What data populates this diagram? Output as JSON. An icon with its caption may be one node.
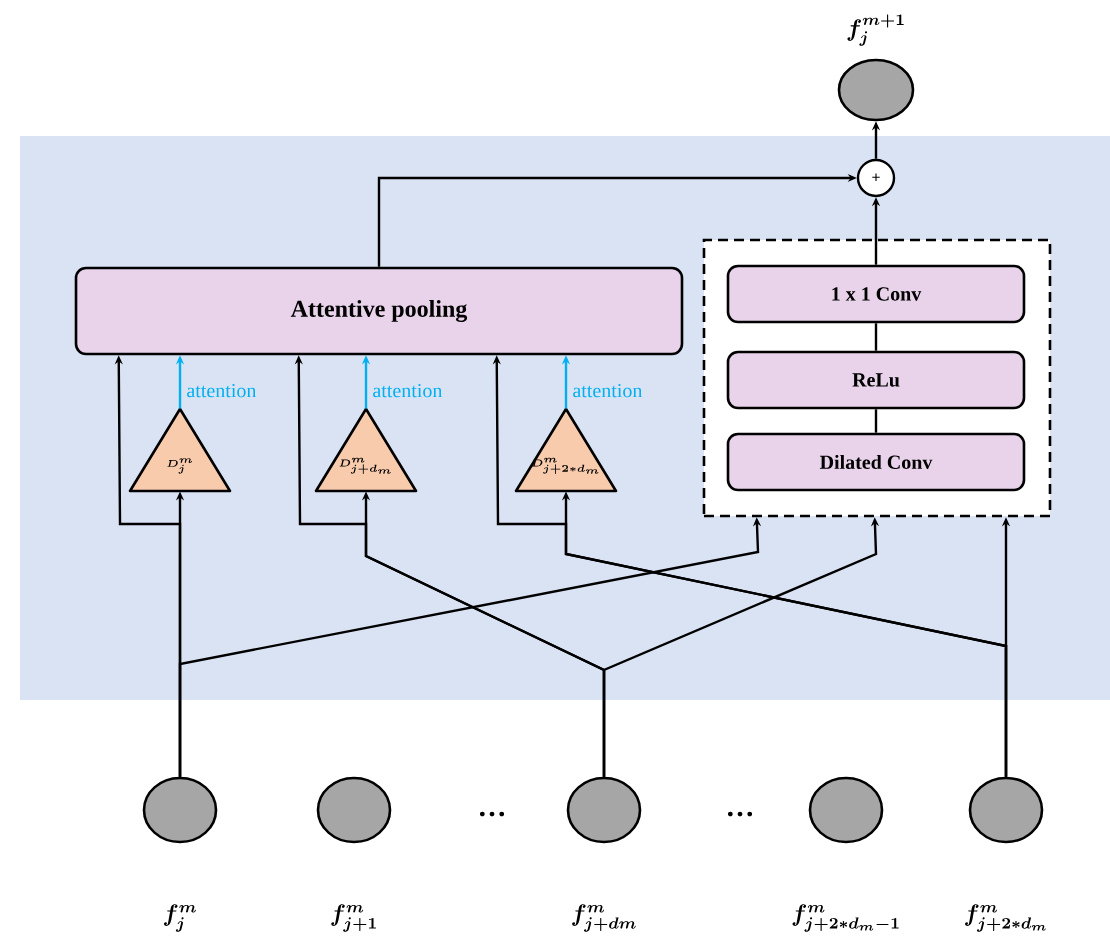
{
  "diagram": {
    "nodes": [
      {
        "text": [],
        "shape": "circle",
        "beside": [
          "f_j^{m+1}"
        ]
      },
      {
        "text": [
          "+"
        ]
      },
      {
        "text": [
          "Attentive pooling"
        ]
      },
      {
        "text": [],
        "shape": "box"
      },
      {
        "text": [
          "1 x 1 Conv"
        ],
        "in": 3
      },
      {
        "text": [
          "ReLu"
        ],
        "in": 3
      },
      {
        "text": [
          "Dilated Conv"
        ],
        "in": 3
      },
      {
        "text": [
          "D_j^m"
        ]
      },
      {
        "text": [
          "D_{j+d_m}^m"
        ]
      },
      {
        "text": [
          "D_{j+2*d_m}^m"
        ]
      },
      {
        "text": [],
        "shape": "circle",
        "beside": [
          "f_j^m"
        ]
      },
      {
        "text": [],
        "shape": "circle",
        "beside": [
          "f_{j+1}^m"
        ]
      },
      {
        "text": [],
        "shape": "circle",
        "beside": [
          "f_{j+dm}^m"
        ]
      },
      {
        "text": [],
        "shape": "circle",
        "beside": [
          "f_{j+2*d_m-1}^m"
        ]
      },
      {
        "text": [],
        "shape": "circle",
        "beside": [
          "f_{j+2*d_m}^m"
        ]
      }
    ],
    "edges": [
      {
        "from": 10,
        "to": 7,
        "arrow": "to"
      },
      {
        "from": 10,
        "to": 2,
        "arrow": "to"
      },
      {
        "from": 10,
        "to": 3,
        "arrow": "to"
      },
      {
        "from": 12,
        "to": 8,
        "arrow": "to"
      },
      {
        "from": 12,
        "to": 2,
        "arrow": "to"
      },
      {
        "from": 12,
        "to": 3,
        "arrow": "to"
      },
      {
        "from": 14,
        "to": 9,
        "arrow": "to"
      },
      {
        "from": 14,
        "to": 2,
        "arrow": "to"
      },
      {
        "from": 14,
        "to": 3,
        "arrow": "to"
      },
      {
        "from": 7,
        "to": 2,
        "arrow": "to",
        "label": "attention",
        "color": "#00b0f0"
      },
      {
        "from": 8,
        "to": 2,
        "arrow": "to",
        "label": "attention",
        "color": "#00b0f0"
      },
      {
        "from": 9,
        "to": 2,
        "arrow": "to",
        "label": "attention",
        "color": "#00b0f0"
      },
      {
        "from": 6,
        "to": 5,
        "arrow": "none"
      },
      {
        "from": 5,
        "to": 4,
        "arrow": "none"
      },
      {
        "from": 4,
        "to": 1,
        "arrow": "to"
      },
      {
        "from": 2,
        "to": 1,
        "arrow": "to"
      },
      {
        "from": 1,
        "to": 0,
        "arrow": "to"
      }
    ],
    "labels": [
      "…",
      "…"
    ]
  }
}
